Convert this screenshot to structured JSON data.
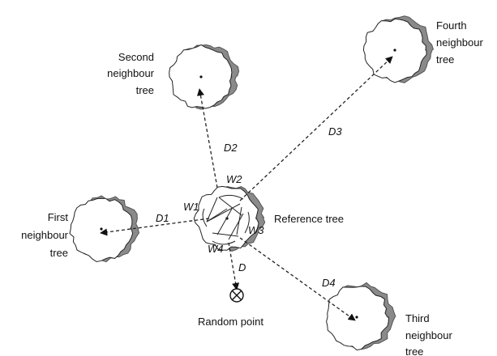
{
  "colors": {
    "outline": "#222222",
    "shadow": "#8a8a8a",
    "line": "#222222"
  },
  "labels": {
    "second_tree": [
      "Second",
      "neighbour",
      "tree"
    ],
    "fourth_tree": [
      "Fourth",
      "neighbour",
      "tree"
    ],
    "first_tree": [
      "First",
      "neighbour",
      "tree"
    ],
    "third_tree": [
      "Third",
      "neighbour",
      "tree"
    ],
    "reference_tree": "Reference tree",
    "random_point": "Random point"
  },
  "distances": {
    "d": "D",
    "d1": "D1",
    "d2": "D2",
    "d3": "D3",
    "d4": "D4"
  },
  "angles": {
    "w1": "W1",
    "w2": "W2",
    "w3": "W3",
    "w4": "W4"
  },
  "icons": {
    "random_point": "circled-x-icon",
    "tree_crown": "tree-crown-icon"
  }
}
